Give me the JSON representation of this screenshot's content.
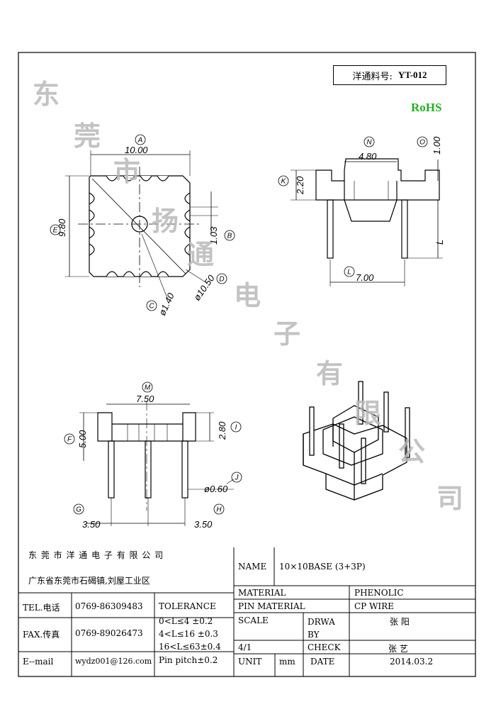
{
  "part_number": {
    "label": "洋通料号:",
    "value": "YT-012"
  },
  "rohs": "RoHS",
  "watermark": [
    "东",
    "莞",
    "市",
    "扬",
    "通",
    "电",
    "子",
    "有",
    "限",
    "公",
    "司"
  ],
  "dimensions": {
    "A": "10.00",
    "E": "9.80",
    "B": "1.03",
    "D": "ø10.50",
    "C": "ø1.40",
    "N": "4.80",
    "O": "1.00",
    "K": "2.20",
    "L_label": "L",
    "L": "7.00",
    "M": "7.50",
    "F": "5.00",
    "I": "2.80",
    "J": "ø0.60",
    "G": "3.50",
    "H": "3.50"
  },
  "circle_letters": [
    "A",
    "E",
    "B",
    "D",
    "C",
    "N",
    "O",
    "K",
    "L",
    "M",
    "F",
    "I",
    "J",
    "G",
    "H"
  ],
  "title_block": {
    "company": "东 莞 市 洋 通 电 子 有 限 公 司",
    "address": "广东省东莞市石碣镇,刘屋工业区",
    "tel_label": "TEL.电话",
    "tel": "0769-86309483",
    "fax_label": "FAX.传真",
    "fax": "0769-89026473",
    "email_label": "E--mail",
    "email": "wydz001@126.com",
    "tolerance_label": "TOLERANCE",
    "tolerances": [
      "0<L≤4 ±0.2",
      "4<L≤16 ±0.3",
      "16<L≤63±0.4",
      "Pin pitch±0.2"
    ],
    "name_label": "NAME",
    "name": "10×10BASE (3+3P)",
    "material_label": "MATERIAL",
    "material": "PHENOLIC",
    "pin_material_label": "PIN MATERIAL",
    "pin_material": "CP WIRE",
    "scale_label": "SCALE",
    "scale": "4/1",
    "drawn_by_label": "DRWA BY",
    "drawn_by": "张 阳",
    "check_label": "CHECK",
    "checker": "张 艺",
    "unit_label": "UNIT",
    "unit": "mm",
    "date_label": "DATE",
    "date": "2014.03.2"
  }
}
